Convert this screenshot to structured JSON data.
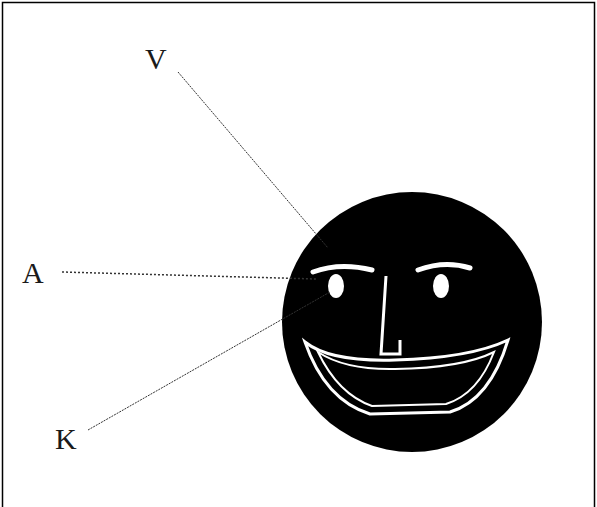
{
  "diagram": {
    "labels": [
      "V",
      "A",
      "K"
    ]
  }
}
